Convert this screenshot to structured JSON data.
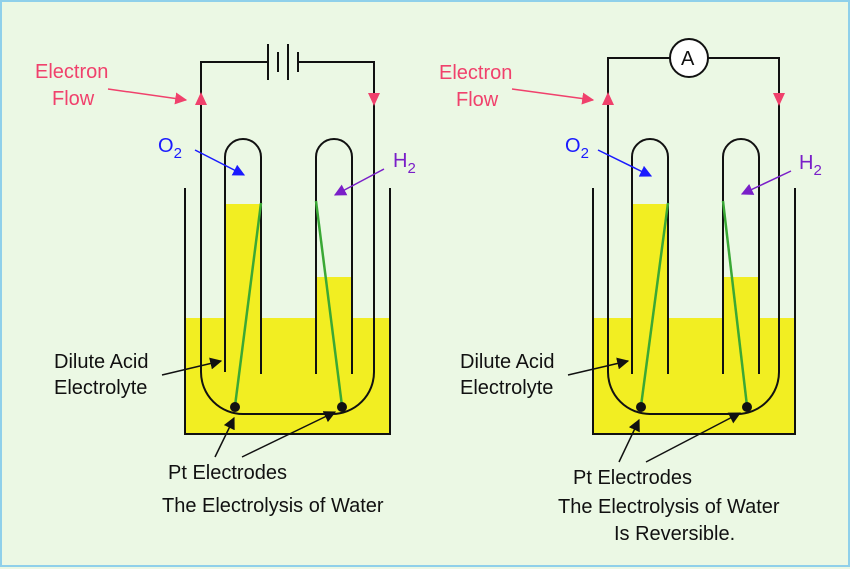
{
  "colors": {
    "background": "#ebf8e4",
    "border": "#8fd0ea",
    "electrolyte": "#f2ee22",
    "electrode": "#3aa835",
    "electron_flow": "#f0416c",
    "oxygen": "#1a1aff",
    "hydrogen": "#7a1fc8",
    "outline": "#111111"
  },
  "left": {
    "electron_line1": "Electron",
    "electron_line2": "Flow",
    "o2_symbol": "O",
    "o2_subscript": "2",
    "h2_symbol": "H",
    "h2_subscript": "2",
    "electrolyte_line1": "Dilute Acid",
    "electrolyte_line2": "Electrolyte",
    "electrodes": "Pt Electrodes",
    "caption_line1": "The Electrolysis of Water",
    "source_icon": "battery-icon"
  },
  "right": {
    "electron_line1": "Electron",
    "electron_line2": "Flow",
    "o2_symbol": "O",
    "o2_subscript": "2",
    "h2_symbol": "H",
    "h2_subscript": "2",
    "electrolyte_line1": "Dilute Acid",
    "electrolyte_line2": "Electrolyte",
    "electrodes": "Pt Electrodes",
    "caption_line1": "The Electrolysis of Water",
    "caption_line2": "Is Reversible.",
    "meter_label": "A",
    "source_icon": "ammeter-icon"
  }
}
